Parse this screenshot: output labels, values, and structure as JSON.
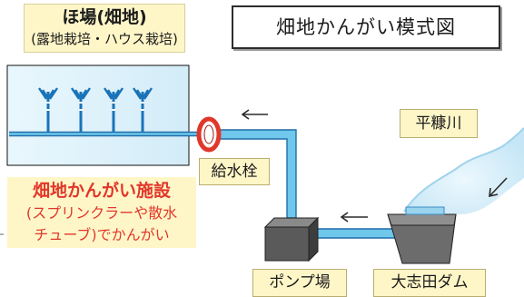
{
  "field_box": {
    "title": "ほ場(畑地)",
    "subtitle": "(露地栽培・ハウス栽培)"
  },
  "main_title": "畑地かんがい模式図",
  "facility": {
    "title": "畑地かんがい施設",
    "line1": "(スプリンクラーや散水",
    "line2": "チューブ)でかんがい"
  },
  "labels": {
    "hydrant": "給水栓",
    "river": "平糠川",
    "pump_station": "ポンプ場",
    "dam": "大志田ダム"
  },
  "colors": {
    "water": "#6fc7ec",
    "pipe_outline": "#1f6fa8",
    "field_bg": "#dff2fb",
    "label_bg": "#fff6c8",
    "hydrant_ring": "#e1372b",
    "facility_text": "#e1372b",
    "sprinkler": "#1a73b8",
    "pump": "#555555",
    "arrow": "#2a2a2a"
  },
  "icons": {
    "sprinkler": "sprinkler-icon",
    "hydrant": "hydrant-ring-icon",
    "pump": "pump-box-icon",
    "dam": "dam-icon",
    "flow_arrow": "flow-arrow-icon"
  }
}
